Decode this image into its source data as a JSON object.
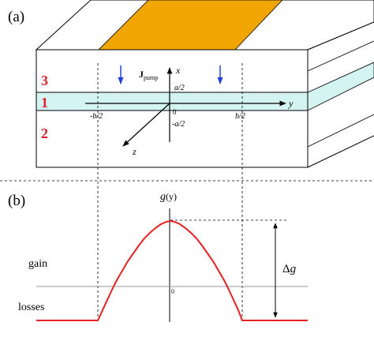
{
  "panel_a": {
    "label": "(a)",
    "layer_top": "3",
    "layer_middle": "1",
    "layer_bottom": "2",
    "current_symbol": "J",
    "current_subscript": "pump",
    "axis_x": "x",
    "axis_y": "y",
    "axis_z": "z",
    "tick_x_top": "a/2",
    "tick_x_bottom": "-a/2",
    "origin": "0",
    "tick_y_left": "-b/2",
    "tick_y_right": "b/2",
    "colors": {
      "electrode": "#f0a500",
      "core_layer": "#d4f4f1",
      "layer_number": "#e0202a",
      "pump_arrow": "#1f3fe0"
    }
  },
  "panel_b": {
    "label": "(b)",
    "curve_title_g": "g",
    "curve_title_arg": "(y)",
    "label_gain": "gain",
    "label_losses": "losses",
    "origin": "0",
    "delta_symbol": "Δ",
    "delta_g": "g",
    "colors": {
      "gain_curve": "#e82020",
      "loss_line": "#999999"
    }
  }
}
